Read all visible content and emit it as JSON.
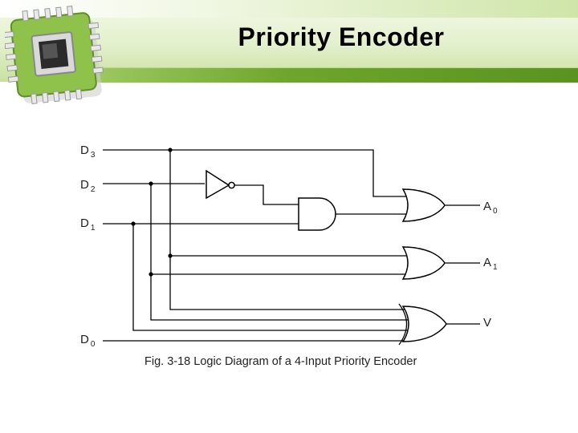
{
  "title": "Priority Encoder",
  "icon": "microchip-icon",
  "diagram": {
    "inputs": [
      {
        "name": "D",
        "sub": "3"
      },
      {
        "name": "D",
        "sub": "2"
      },
      {
        "name": "D",
        "sub": "1"
      },
      {
        "name": "D",
        "sub": "0"
      }
    ],
    "outputs": [
      {
        "name": "A",
        "sub": "0"
      },
      {
        "name": "A",
        "sub": "1"
      },
      {
        "name": "V",
        "sub": ""
      }
    ],
    "gates": [
      "inverter",
      "and",
      "or",
      "or",
      "or"
    ],
    "caption": "Fig. 3-18  Logic Diagram of a 4-Input Priority Encoder"
  }
}
